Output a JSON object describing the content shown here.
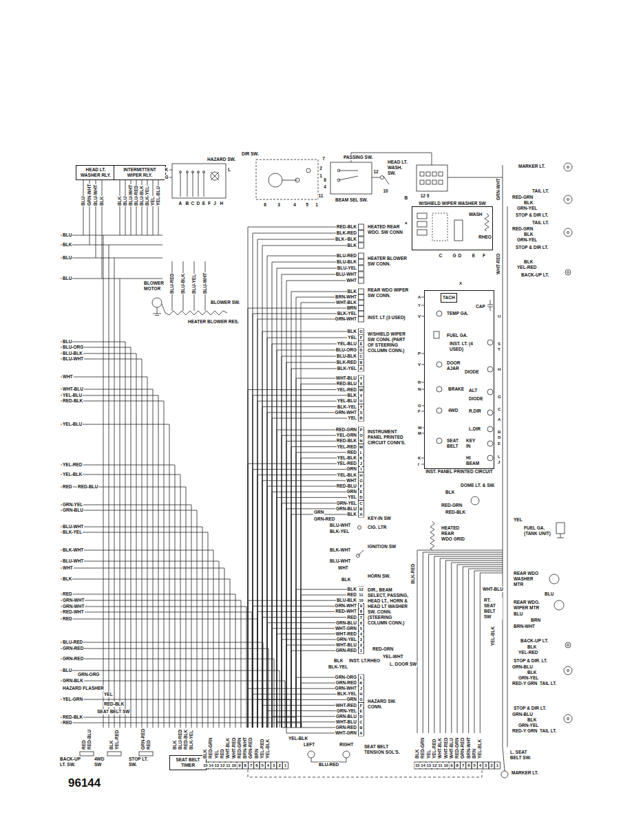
{
  "diagram": {
    "nodes": [
      {
        "text": [
          "HEAD LT. WASHER RLY."
        ]
      },
      {
        "text": [
          "INTERMITTENT WIPER RLY."
        ]
      },
      {
        "text": [
          "W/SHIELD WIPER WASHER SW"
        ]
      },
      {
        "text": [
          "INST. PANEL PRINTED CIRCUIT"
        ]
      },
      {
        "text": [
          "TACH"
        ],
        "in": 3
      },
      {
        "text": [
          "SEAT BELT TIMER"
        ]
      }
    ],
    "labels": [
      "BLU",
      "BLK",
      "BLU",
      "BLU",
      "BLU",
      "BLU-ORG",
      "BLU-BLK",
      "BLU-WHT",
      "WHT",
      "WHT-BLU",
      "YEL-BLU",
      "RED-BLK",
      "YEL-BLU",
      "YEL-RED",
      "YEL-BLK",
      "RED",
      "GRN-YEL",
      "GRN-BLU",
      "BLU-WHT",
      "BLK-YEL",
      "BLK-WHT",
      "BLU-WHT",
      "WHT",
      "BLK",
      "RED",
      "GRN-WHT",
      "GRN-WHT",
      "RED-WHT",
      "RED",
      "BLU-RED",
      "GRN-RED",
      "GRN-RED",
      "BLU",
      "GRN-BLK",
      "YEL-GRN",
      "RED-BLK",
      "RED",
      "RED-BLU",
      "GRN-ORG",
      "HAZARD FLASHER",
      "YEL",
      "RED-BLK",
      "SEAT BELT SW",
      "BLU",
      "GRN-WHT",
      "BLU-WHT",
      "BLK",
      "BLK",
      "BLU",
      "BLU-WHT",
      "BLU-RED",
      "BLU-BLK",
      "BLK-YEL",
      "YEL",
      "YEL-BLU",
      "HAZARD SW.",
      "DIR SW.",
      "PASSING SW.",
      "HEAD LT. WASH. SW.",
      "BEAM SEL SW.",
      "WASH",
      "RHEO",
      "MARKER LT.",
      "TAIL LT.",
      "STOP & DIR LT.",
      "TAIL LT.",
      "STOP & DIR LT.",
      "BACK-UP LT.",
      "RED-GRN",
      "BLK",
      "GRN-YEL",
      "RED-GRN",
      "BLK",
      "GRN-YEL",
      "BLK",
      "YEL-RED",
      "K",
      "G",
      "L",
      "A",
      "B",
      "C",
      "D",
      "E",
      "F",
      "J",
      "H",
      "2",
      "1",
      "6",
      "3",
      "4",
      "5",
      "1",
      "11",
      "7",
      "8",
      "4",
      "12",
      "10",
      "12 9",
      "B",
      "A",
      "C",
      "G",
      "D",
      "E",
      "F",
      "BLOWER MOTOR",
      "BLOWER SW.",
      "HEATER BLOWER RES.",
      "BLU-RED",
      "BLU-BLK",
      "BLU-YEL",
      "BLU-WHT",
      "RED-BLK",
      "BLK-RED",
      "BLK",
      "BLK",
      "BLU-RED",
      "BLU-BLK",
      "BLU-YEL",
      "BLU-WHT",
      "WHT",
      "BLK",
      "BRN-WHT",
      "WHT-BLK",
      "BRN",
      "BLK-YEL",
      "GRN-WHT",
      "BLK",
      "YEL",
      "YEL-BLU",
      "BLU-ORG",
      "BLU-BLK",
      "BLK-RED",
      "BLK-YEL",
      "WHT-BLU",
      "RED-BLU",
      "YEL-RED",
      "BLK",
      "YEL-BLU",
      "BLK-YEL",
      "GRN-WHT",
      "YEL",
      "RED-GRN",
      "YEL-GRN",
      "RED-BLK",
      "YEL-RED",
      "RED",
      "YEL-BLK",
      "YEL-RED",
      "GRN",
      "YEL-BLK",
      "WHT",
      "RED-BLU",
      "GRN",
      "YEL",
      "GRN-YEL",
      "GRN-BLU",
      "BLK",
      "BLK",
      "G",
      "F",
      "E",
      "D",
      "C",
      "B",
      "A",
      "Y",
      "X",
      "W",
      "V",
      "U",
      "T",
      "S",
      "R",
      "P",
      "O",
      "N",
      "M",
      "L",
      "K",
      "J",
      "I",
      "H",
      "G",
      "F",
      "E",
      "D",
      "C",
      "B",
      "A",
      "HEATED REAR WDO. SW CONN",
      "HEATER BLOWER SW CONN.",
      "REAR WDO WIPER SW CONN.",
      "INST. LT (3 USED)",
      "W/SHIELD WIPER SW CONN. (PART OF STEERING COLUMN CONN.)",
      "INSTRUMENT PANEL PRINTED CIRCUIT CONN'S.",
      "GRN",
      "GRN-RED",
      "KEY-IN SW",
      "CIG. LTR",
      "BLU-WHT",
      "BLK-YEL",
      "IGNITION SW",
      "BLK-WHT",
      "BLU-WHT",
      "WHT",
      "HORN SW.",
      "BLK",
      "BLK",
      "RED",
      "BLU-BLK",
      "GRN-WHT",
      "RED-WHT",
      "RED",
      "GRN-BLU",
      "WHT-GRN",
      "WHT-RED",
      "GRN-YEL",
      "WHT-BLU",
      "GRN-RED",
      "12",
      "11",
      "10",
      "9",
      "8",
      "7",
      "6",
      "5",
      "4",
      "3",
      "2",
      "1",
      "DIR., BEAM SELECT, PASSING, HEAD LT., HORN & HEAD LT WASHER SW. CONN. (STEERING COLUMN CONN.)",
      "GRN-ORG",
      "GRN-RED",
      "GRN-WHT",
      "BLK-YEL",
      "GRN",
      "WHT-RED",
      "GRN-YEL",
      "GRN-BLU",
      "WHT-BLU",
      "GRN-RED",
      "WHT-GRN",
      "L",
      "K",
      "J",
      "H",
      "G",
      "F",
      "E",
      "D",
      "C",
      "B",
      "A",
      "HAZARD SW. CONN.",
      "BLK",
      "BLK-YEL",
      "INST. LT.RHEO",
      "RED-GRN",
      "YEL-WHT",
      "L. DOOR SW",
      "BACK-UP LT. SW.",
      "4WD SW",
      "STOP LT. SW.",
      "RED",
      "RED-BLU",
      "BLK",
      "YEL-RED",
      "GRN-RED",
      "RED",
      "BLK",
      "BLU-RED",
      "RED-BLK",
      "BLK-YEL",
      "15",
      "14",
      "13",
      "12",
      "11",
      "10",
      "9",
      "8",
      "7",
      "6",
      "5",
      "4",
      "3",
      "2",
      "1",
      "BLK",
      "RED-GRN",
      "YEL",
      "RED",
      "WHT-BLK",
      "WHT-RED",
      "RED-GRN",
      "BRN-WHT",
      "GRN-RED",
      "BRN",
      "YEL-RED",
      "YEL-BLK",
      "YEL-BLK",
      "LEFT",
      "RIGHT",
      "BLU-RED",
      "SEAT BELT TENSION SOL'S.",
      "15",
      "14",
      "13",
      "12",
      "11",
      "10",
      "9",
      "8",
      "7",
      "6",
      "5",
      "4",
      "3",
      "2",
      "1",
      "BLK",
      "RED-GRN",
      "YEL",
      "YEL-RED",
      "WHT-BLK",
      "WHT-RED",
      "WHT-BLU",
      "RED-GRN",
      "GRN-RED",
      "BRN-WHT",
      "BRN",
      "YEL-BLK",
      "DOME LT. & SW.",
      "BLK",
      "RED-GRN",
      "RED-BLK",
      "HEATED REAR WDO GRID",
      "FUEL GA. (TANK UNIT)",
      "YEL",
      "REAR WDO WASHER MTR",
      "WHT-BLU",
      "BLU",
      "RT. SEAT BELT SW",
      "REAR WDO. WIPER MTR",
      "BLU",
      "BRN",
      "BRN-WHT",
      "BACK-UP LT.",
      "BLK",
      "YEL-RED",
      "STOP & DIR. LT.",
      "GRN-BLU",
      "BLK",
      "GRN-YEL",
      "RED-Y GRN",
      "TAIL LT.",
      "STOP & DIR LT.",
      "GRN-BLU",
      "BLK",
      "GRN-YEL",
      "RED-Y GRN",
      "TAIL LT.",
      "L. SEAT BELT SW.",
      "MARKER LT.",
      "BLK-RED",
      "YEL-BLK",
      "GRN-WHT",
      "WHT-RED",
      "A",
      "Y",
      "V",
      "P",
      "V",
      "R",
      "N",
      "O",
      "F",
      "W",
      "M",
      "K",
      "I",
      "X",
      "U",
      "S",
      "T",
      "H",
      "G",
      "C",
      "A",
      "B",
      "D",
      "E",
      "L",
      "J",
      "CAP",
      "TEMP GA.",
      "FUEL GA.",
      "INST. LT. (4 USED)",
      "DOOR AJAR",
      "DIODE",
      "BRAKE",
      "ALT",
      "DIODE",
      "4WD",
      "R.DIR",
      "L.DIR",
      "SEAT BELT",
      "KEY IN",
      "HI BEAM",
      "96144"
    ]
  }
}
